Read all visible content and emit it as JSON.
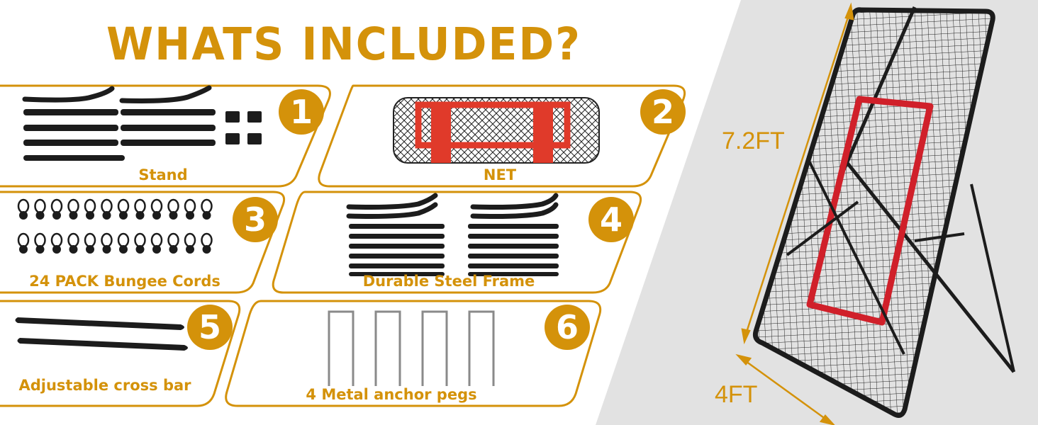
{
  "title": "WHATS INCLUDED?",
  "items": [
    {
      "number": "1",
      "label": "Stand"
    },
    {
      "number": "2",
      "label": "NET"
    },
    {
      "number": "3",
      "label": "24 PACK Bungee Cords"
    },
    {
      "number": "4",
      "label": "Durable Steel Frame"
    },
    {
      "number": "5",
      "label": "Adjustable cross bar"
    },
    {
      "number": "6",
      "label": "4 Metal anchor pegs"
    }
  ],
  "dimensions": {
    "height": "7.2FT",
    "width": "4FT"
  },
  "colors": {
    "accent": "#d4920a",
    "net_red": "#d0202a",
    "backdrop": "#e2e2e2"
  }
}
